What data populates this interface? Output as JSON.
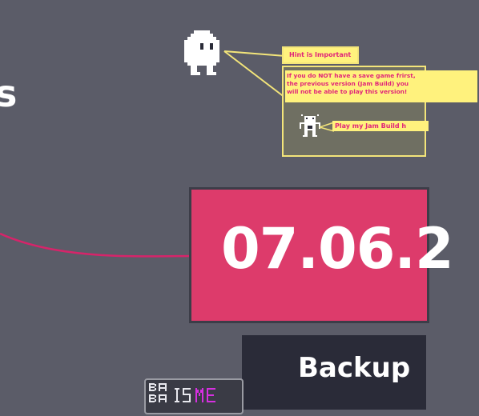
{
  "left_partial_text": "s",
  "hint": {
    "title": "Hint is Important",
    "body": "If you do NOT have a save game frirst,\nthe previous version (Jam Build) you\nwill not be able to play this version!",
    "link_label": "Play my Jam Build h"
  },
  "date_text": "07.06.2",
  "backup_label": "Backup",
  "logo": {
    "word1": "BABA",
    "word2": "IS",
    "word3": "ME"
  },
  "colors": {
    "background": "#5b5c68",
    "accent_pink": "#dd3b6b",
    "hint_yellow": "#fff27d",
    "hint_text": "#e0247a",
    "button_dark": "#2a2b38"
  }
}
